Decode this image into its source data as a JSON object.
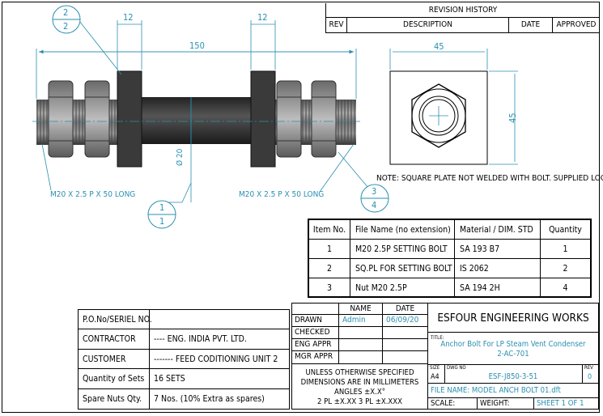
{
  "revision_history": {
    "title": "REVISION HISTORY",
    "columns": [
      "REV",
      "DESCRIPTION",
      "DATE",
      "APPROVED"
    ]
  },
  "drawing": {
    "dim_top_left": "12",
    "dim_top_right": "12",
    "dim_overall": "150",
    "dim_dia": "Ø 20",
    "thread_left": "M20 X 2.5 P X 50 LONG",
    "thread_right": "M20 X 2.5 P X 50 LONG",
    "balloon_a": {
      "top": "2",
      "bottom": "2"
    },
    "balloon_b": {
      "top": "1",
      "bottom": "1"
    },
    "balloon_c": {
      "top": "3",
      "bottom": "4"
    },
    "plate_width": "45",
    "plate_height": "45",
    "note": "NOTE: SQUARE PLATE NOT WELDED WITH BOLT. SUPPLIED LOOSE."
  },
  "bom": {
    "columns": [
      "Item No.",
      "File Name (no extension)",
      "Material / DIM. STD",
      "Quantity"
    ],
    "rows": [
      [
        "1",
        "M20 2.5P SETTING BOLT",
        "SA 193 B7",
        "1"
      ],
      [
        "2",
        "SQ.PL FOR SETTING BOLT",
        "IS 2062",
        "2"
      ],
      [
        "3",
        "Nut M20 2.5P",
        "SA 194 2H",
        "4"
      ]
    ]
  },
  "info_table": {
    "rows": [
      [
        "P.O.No/SERIEL NO.",
        ""
      ],
      [
        "CONTRACTOR",
        "---- ENG. INDIA PVT. LTD."
      ],
      [
        "CUSTOMER",
        "------- FEED CODITIONING UNIT 2"
      ],
      [
        "Quantity of Sets",
        "16 SETS"
      ],
      [
        "Spare Nuts Qty.",
        "7 Nos. (10% Extra as spares)"
      ]
    ]
  },
  "title_block": {
    "name_header": "NAME",
    "date_header": "DATE",
    "drawn_label": "DRAWN",
    "drawn_name": "Admin",
    "drawn_date": "06/09/20",
    "checked_label": "CHECKED",
    "eng_label": "ENG APPR",
    "mgr_label": "MGR APPR",
    "tolerance_lines": [
      "UNLESS OTHERWISE SPECIFIED",
      "DIMENSIONS ARE IN MILLIMETERS",
      "ANGLES ±X.X°",
      "2 PL ±X.XX 3 PL ±X.XXX"
    ],
    "company": "ESFOUR ENGINEERING WORKS",
    "title_label": "TITLE:",
    "title_line1": "Anchor Bolt For LP Steam Vent Condenser",
    "title_line2": "2-AC-701",
    "size_label": "SIZE",
    "size_value": "A4",
    "dwg_label": "DWG NO",
    "dwg_value": "ESF-J850-3-51",
    "rev_label": "REV",
    "rev_value": "0",
    "file_name": "FILE NAME: MODEL ANCH BOLT 01.dft",
    "scale_label": "SCALE:",
    "weight_label": "WEIGHT:",
    "sheet": "SHEET 1 OF 1"
  }
}
